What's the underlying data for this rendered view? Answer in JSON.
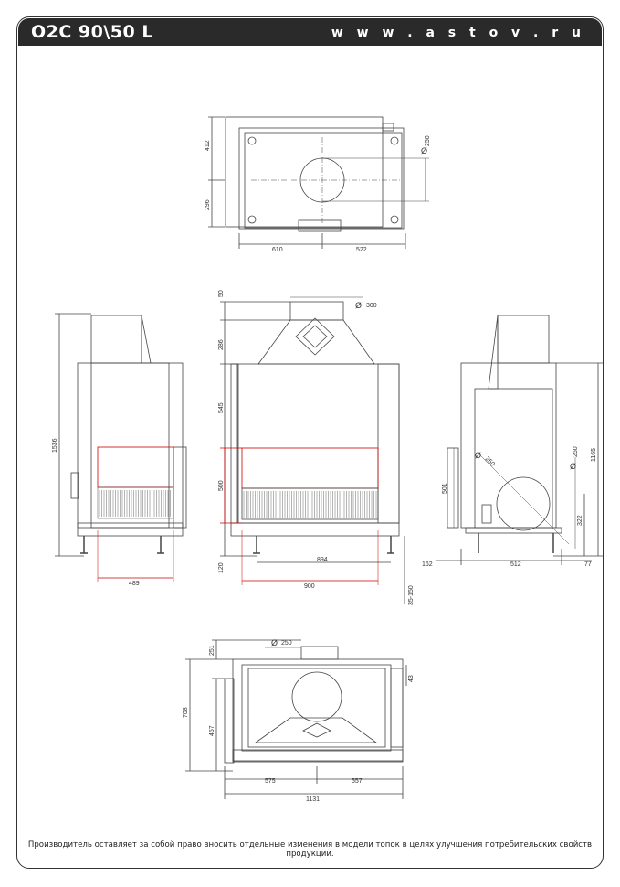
{
  "header": {
    "model": "O2C 90\\50 L",
    "website": "w w w . a s t o v . r u"
  },
  "colors": {
    "header_bg": "#2a2a2a",
    "line": "#444444",
    "accent": "#cc0000"
  },
  "top_view": {
    "dim_412": "412",
    "dim_296": "296",
    "dim_610": "610",
    "dim_522": "522",
    "dia_250": "250",
    "dia_symbol": "Ø"
  },
  "side_view": {
    "dim_1536": "1536",
    "dim_489": "489"
  },
  "front_view": {
    "dim_50": "50",
    "dim_286": "286",
    "dim_545": "545",
    "dim_500": "500",
    "dim_120": "120",
    "dim_894": "894",
    "dim_900": "900",
    "dim_35_150": "35-150",
    "dia_300": "300",
    "dia_symbol": "Ø"
  },
  "rear_view": {
    "dim_1165": "1165",
    "dim_501": "501",
    "dim_322": "322",
    "dim_162": "162",
    "dim_512": "512",
    "dim_77": "77",
    "dia_250a": "250",
    "dia_250b": "250",
    "dia_symbol": "Ø"
  },
  "bottom_view": {
    "dim_251": "251",
    "dim_708": "708",
    "dim_457": "457",
    "dim_43": "43",
    "dim_575": "575",
    "dim_557": "557",
    "dim_1131": "1131",
    "dia_250": "250",
    "dia_symbol": "Ø"
  },
  "footer": {
    "note": "Производитель оставляет за собой право вносить отдельные изменения в модели топок в целях улучшения потребительских свойств продукции."
  }
}
